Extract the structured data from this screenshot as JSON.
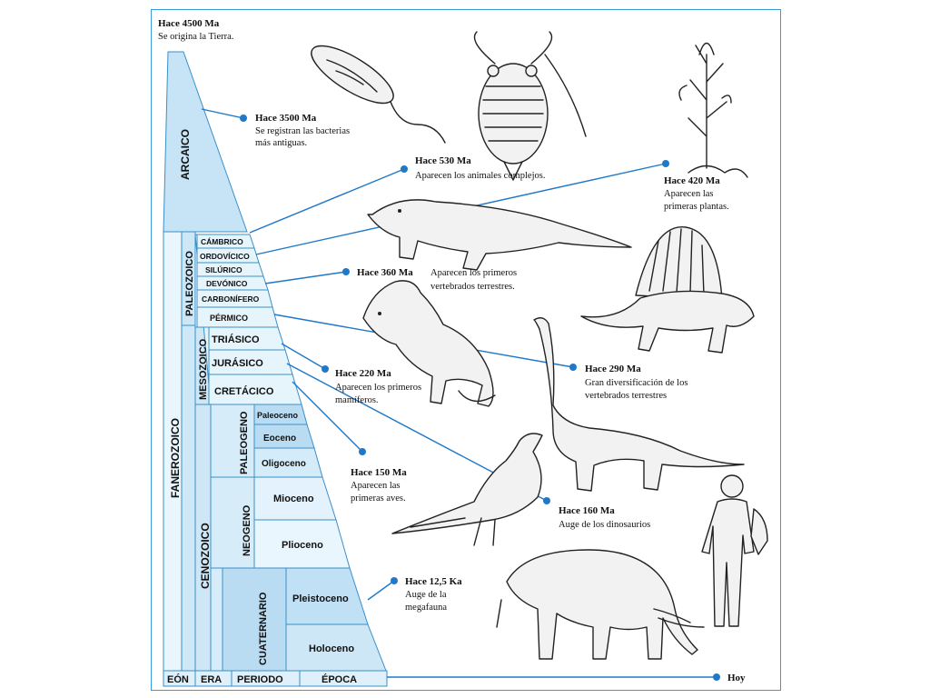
{
  "top_note": {
    "title": "Hace 4500 Ma",
    "text": "Se origina la Tierra."
  },
  "columns": {
    "eon": "EÓN",
    "era": "ERA",
    "periodo": "PERIODO",
    "epoca": "ÉPOCA"
  },
  "eons": {
    "fanerozoico": "FANEROZOICO"
  },
  "eras": {
    "arcaico": "ARCAICO",
    "paleozoico": "PALEOZOICO",
    "mesozoico": "MESOZOICO",
    "cenozoico": "CENOZOICO"
  },
  "periods": {
    "cambrico": "CÁMBRICO",
    "ordovicico": "ORDOVÍCICO",
    "silurico": "SILÚRICO",
    "devonico": "DEVÓNICO",
    "carbonifero": "CARBONÍFERO",
    "permico": "PÉRMICO",
    "triasico": "TRIÁSICO",
    "jurasico": "JURÁSICO",
    "cretacico": "CRETÁCICO",
    "paleogeno": "PALEOGENO",
    "neogeno": "NEOGENO",
    "cuaternario": "CUATERNARIO"
  },
  "epochs": {
    "paleoceno": "Paleoceno",
    "eoceno": "Eoceno",
    "oligoceno": "Oligoceno",
    "mioceno": "Mioceno",
    "plioceno": "Plioceno",
    "pleistoceno": "Pleistoceno",
    "holoceno": "Holoceno"
  },
  "annotations": {
    "a3500": {
      "title": "Hace 3500 Ma",
      "lines": [
        "Se registran las bacterias",
        "más antiguas."
      ]
    },
    "a530": {
      "title": "Hace 530 Ma",
      "lines": [
        "Aparecen los animales complejos."
      ]
    },
    "a420": {
      "title": "Hace 420 Ma",
      "lines": [
        "Aparecen las",
        "primeras plantas."
      ]
    },
    "a360": {
      "title": "Hace 360 Ma",
      "lines": [
        "Aparecen los primeros",
        "vertebrados terrestres."
      ]
    },
    "a290": {
      "title": "Hace 290 Ma",
      "lines": [
        "Gran diversificación de los",
        "vertebrados terrestres"
      ]
    },
    "a220": {
      "title": "Hace 220 Ma",
      "lines": [
        "Aparecen los primeros",
        "mamíferos."
      ]
    },
    "a150": {
      "title": "Hace 150 Ma",
      "lines": [
        "Aparecen las",
        "primeras aves."
      ]
    },
    "a160": {
      "title": "Hace 160 Ma",
      "lines": [
        "Auge de los dinosaurios"
      ]
    },
    "a12": {
      "title": "Hace 12,5 Ka",
      "lines": [
        "Auge de la",
        "megafauna"
      ]
    },
    "hoy": {
      "title": "Hoy"
    }
  },
  "colors": {
    "frame": "#3a9ad9",
    "line": "#1f78c8",
    "light_fill": "#dff0fb",
    "mid_fill": "#bfe0f5",
    "dark_fill": "#a4d1ef"
  }
}
